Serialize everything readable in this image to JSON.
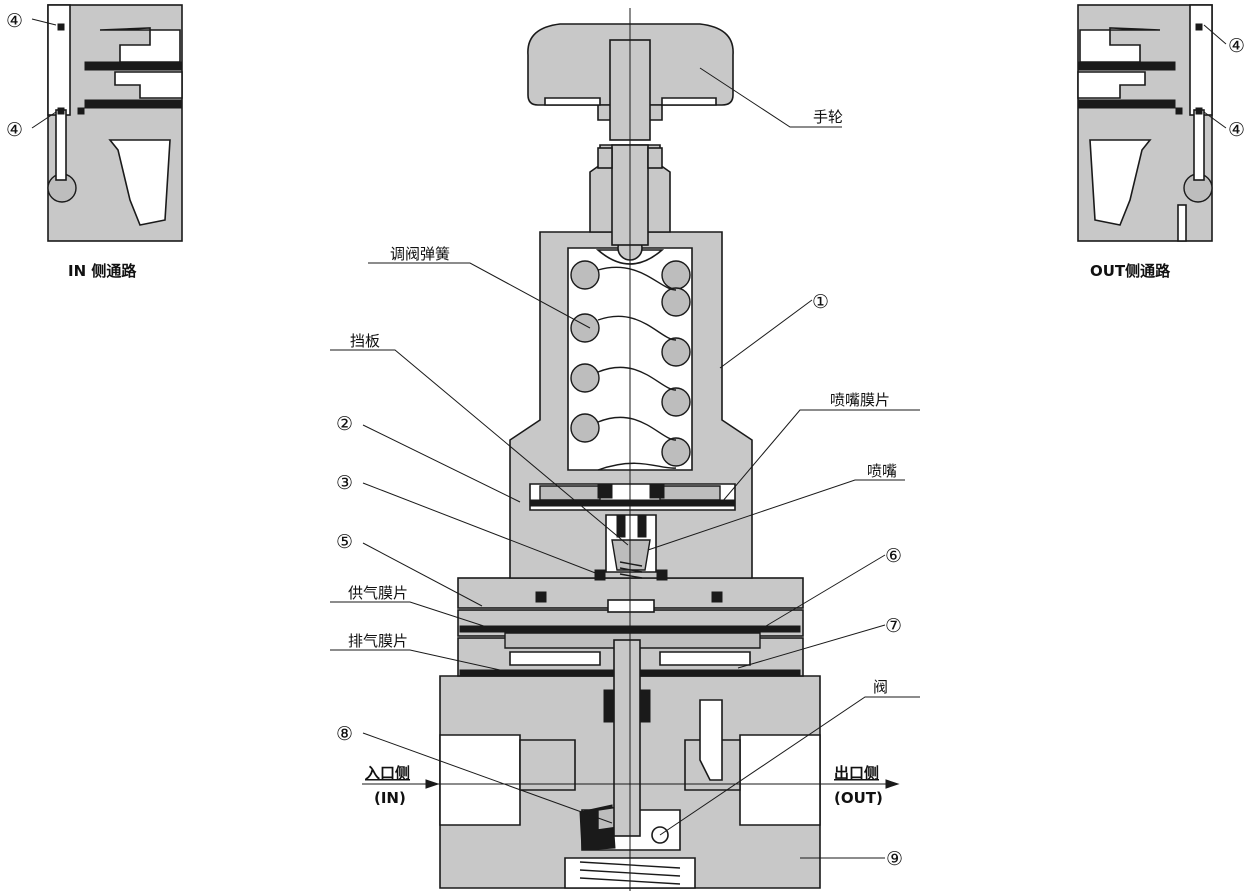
{
  "labels": {
    "handwheel": "手轮",
    "adjusting_spring": "调阀弹簧",
    "baffle": "挡板",
    "nozzle_diaphragm": "喷嘴膜片",
    "nozzle": "喷嘴",
    "supply_diaphragm": "供气膜片",
    "exhaust_diaphragm": "排气膜片",
    "valve": "阀"
  },
  "ports": {
    "inlet_cn": "入口侧",
    "inlet_en": "(IN)",
    "outlet_cn": "出口侧",
    "outlet_en": "(OUT)"
  },
  "insets": {
    "in_caption": "IN 侧通路",
    "out_caption": "OUT侧通路"
  },
  "numbers": {
    "n1": "①",
    "n2": "②",
    "n3": "③",
    "n4": "④",
    "n5": "⑤",
    "n6": "⑥",
    "n7": "⑦",
    "n8": "⑧",
    "n9": "⑨"
  }
}
